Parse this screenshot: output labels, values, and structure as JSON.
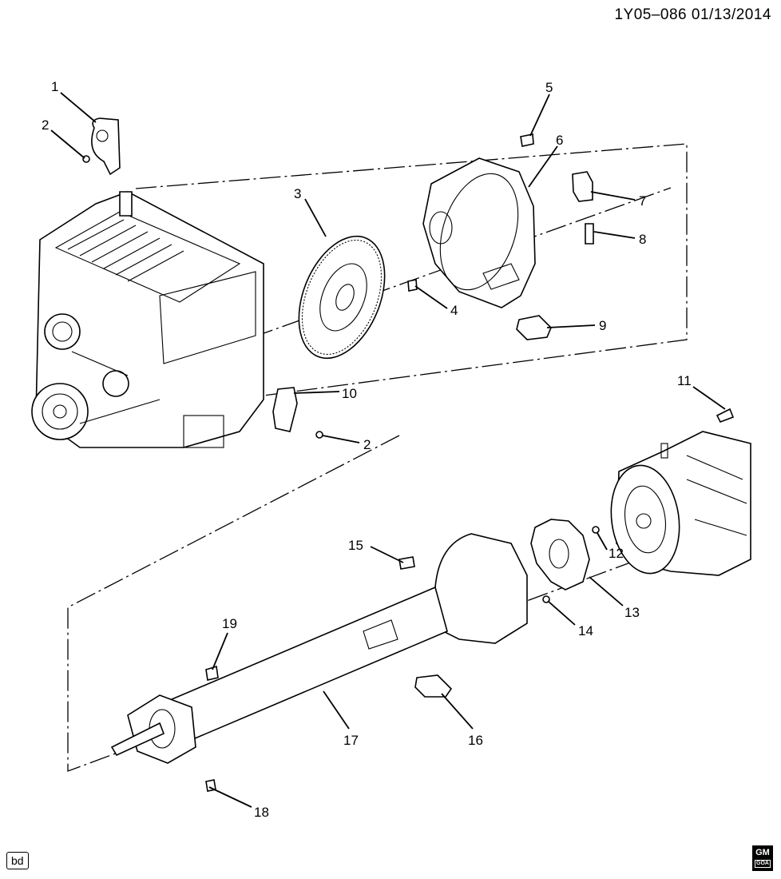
{
  "document": {
    "id_date": "1Y05–086  01/13/2014",
    "badge": "bd",
    "logo": {
      "text": "GM",
      "subtext": "GOA"
    }
  },
  "callouts": [
    {
      "id": "c1",
      "label": "1"
    },
    {
      "id": "c2a",
      "label": "2"
    },
    {
      "id": "c2b",
      "label": "2"
    },
    {
      "id": "c3",
      "label": "3"
    },
    {
      "id": "c4",
      "label": "4"
    },
    {
      "id": "c5",
      "label": "5"
    },
    {
      "id": "c6",
      "label": "6"
    },
    {
      "id": "c7",
      "label": "7"
    },
    {
      "id": "c8",
      "label": "8"
    },
    {
      "id": "c9",
      "label": "9"
    },
    {
      "id": "c10",
      "label": "10"
    },
    {
      "id": "c11",
      "label": "11"
    },
    {
      "id": "c12",
      "label": "12"
    },
    {
      "id": "c13",
      "label": "13"
    },
    {
      "id": "c14",
      "label": "14"
    },
    {
      "id": "c15",
      "label": "15"
    },
    {
      "id": "c16",
      "label": "16"
    },
    {
      "id": "c17",
      "label": "17"
    },
    {
      "id": "c18",
      "label": "18"
    },
    {
      "id": "c19",
      "label": "19"
    }
  ]
}
